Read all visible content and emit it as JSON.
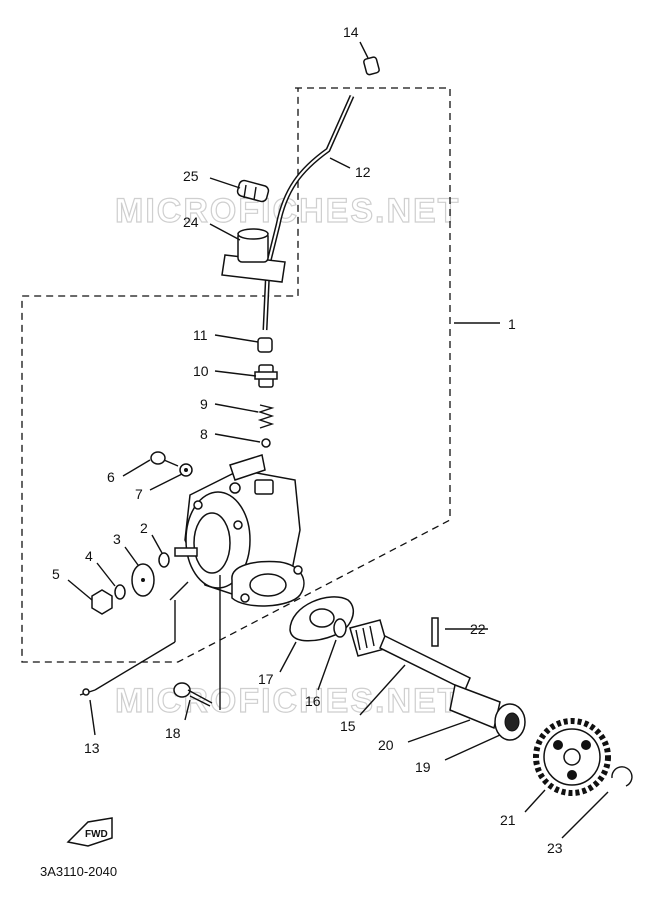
{
  "diagram": {
    "code": "3A3110-2040",
    "watermark": "MICROFICHES.NET",
    "fwd_label": "FWD",
    "callouts": {
      "p1": "1",
      "p2": "2",
      "p3": "3",
      "p4": "4",
      "p5": "5",
      "p6": "6",
      "p7": "7",
      "p8": "8",
      "p9": "9",
      "p10": "10",
      "p11": "11",
      "p12": "12",
      "p13": "13",
      "p14": "14",
      "p15": "15",
      "p16": "16",
      "p17": "17",
      "p18": "18",
      "p19": "19",
      "p20": "20",
      "p21": "21",
      "p22": "22",
      "p23": "23",
      "p24": "24",
      "p25": "25"
    }
  }
}
